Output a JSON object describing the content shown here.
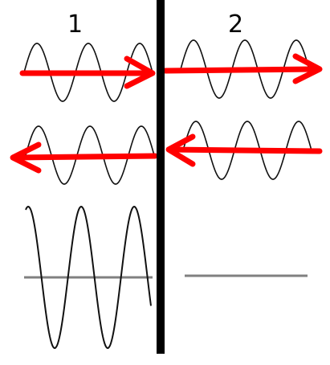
{
  "region_labels": {
    "left": "1",
    "right": "2"
  },
  "colors": {
    "wave": "#111111",
    "arrow": "#ff0000",
    "barrier": "#000000",
    "baseline": "#808080",
    "background": "#ffffff"
  },
  "rows": [
    {
      "id": "incident",
      "left_arrow_direction": "right",
      "right_arrow_direction": "right",
      "right_wave": true
    },
    {
      "id": "reflected",
      "left_arrow_direction": "left",
      "right_arrow_direction": "left",
      "right_wave": true
    },
    {
      "id": "standing",
      "left_wave": "standing",
      "right_wave": "flat"
    }
  ]
}
